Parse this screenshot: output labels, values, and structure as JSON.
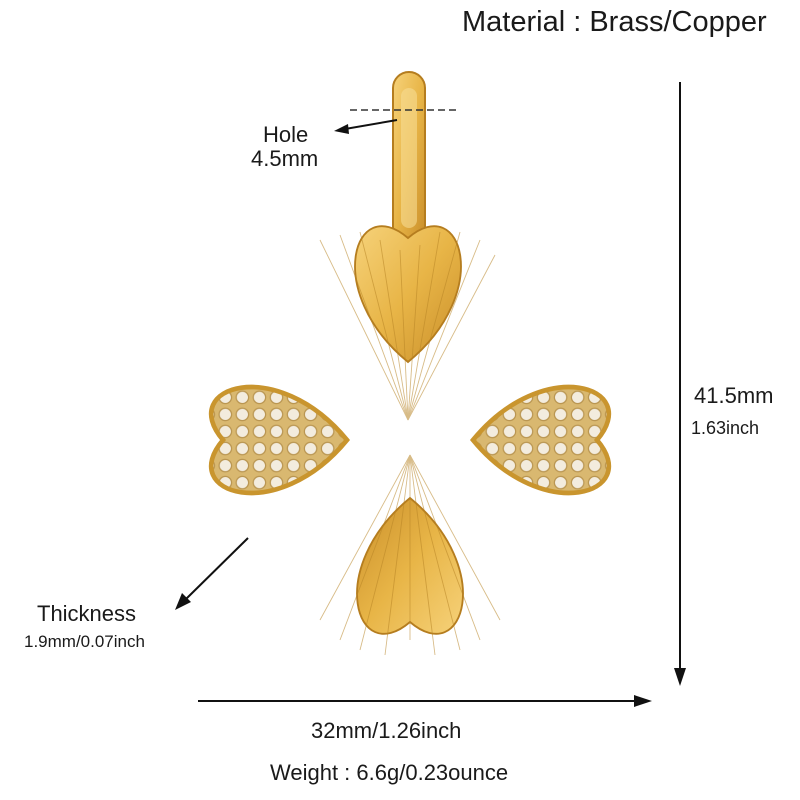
{
  "material": "Material : Brass/Copper",
  "hole": {
    "label": "Hole",
    "value": "4.5mm"
  },
  "height": {
    "mm": "41.5mm",
    "inch": "1.63inch"
  },
  "thickness": {
    "label": "Thickness",
    "value": "1.9mm/0.07inch"
  },
  "width": "32mm/1.26inch",
  "weight": "Weight : 6.6g/0.23ounce",
  "colors": {
    "gold": "#e8b547",
    "gold_dark": "#b57d1f",
    "pave": "#efe3c8"
  }
}
